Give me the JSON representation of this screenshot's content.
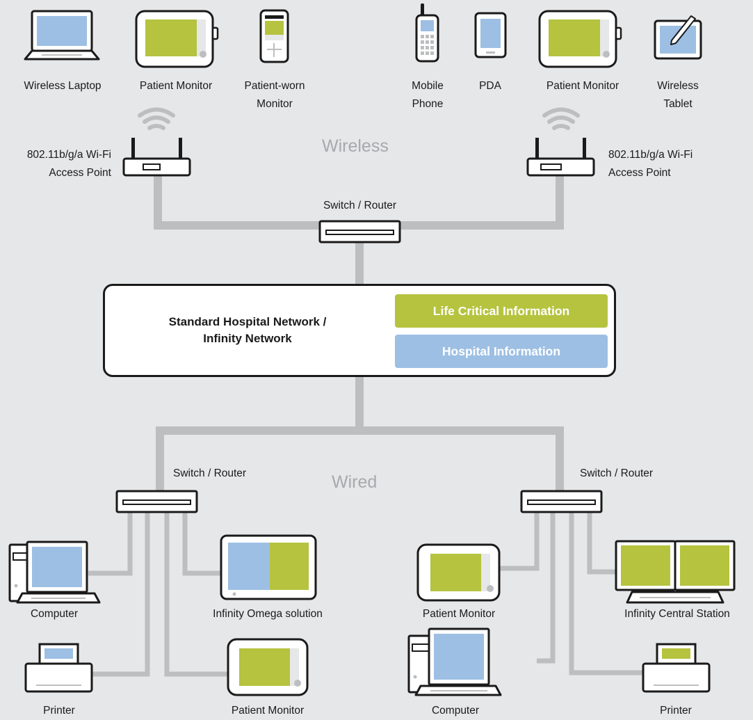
{
  "colors": {
    "background": "#e6e7e8",
    "connector": "#bcbec0",
    "outline": "#1a1a1a",
    "screen_blue": "#9dbfe3",
    "screen_green": "#b5c33f",
    "section_label": "#a7a9ac"
  },
  "sections": {
    "wireless": "Wireless",
    "wired": "Wired"
  },
  "hub": {
    "title_line1": "Standard Hospital Network /",
    "title_line2": "Infinity Network",
    "life_critical": "Life Critical Information",
    "hospital_info": "Hospital Information"
  },
  "wireless_devices": {
    "laptop": "Wireless Laptop",
    "patient_monitor_left": "Patient Monitor",
    "patient_worn_line1": "Patient-worn",
    "patient_worn_line2": "Monitor",
    "mobile_line1": "Mobile",
    "mobile_line2": "Phone",
    "pda": "PDA",
    "patient_monitor_right": "Patient Monitor",
    "tablet_line1": "Wireless",
    "tablet_line2": "Tablet"
  },
  "access_points": {
    "left_line1": "802.11b/g/a Wi-Fi",
    "left_line2": "Access Point",
    "right_line1": "802.11b/g/a Wi-Fi",
    "right_line2": "Access Point"
  },
  "switches": {
    "top": "Switch / Router",
    "left": "Switch / Router",
    "right": "Switch / Router"
  },
  "wired_devices": {
    "computer_left": "Computer",
    "infinity_omega": "Infinity Omega solution",
    "printer_left": "Printer",
    "patient_monitor_bottom": "Patient Monitor",
    "patient_monitor_right": "Patient Monitor",
    "central_station": "Infinity Central Station",
    "computer_right": "Computer",
    "printer_right": "Printer"
  }
}
